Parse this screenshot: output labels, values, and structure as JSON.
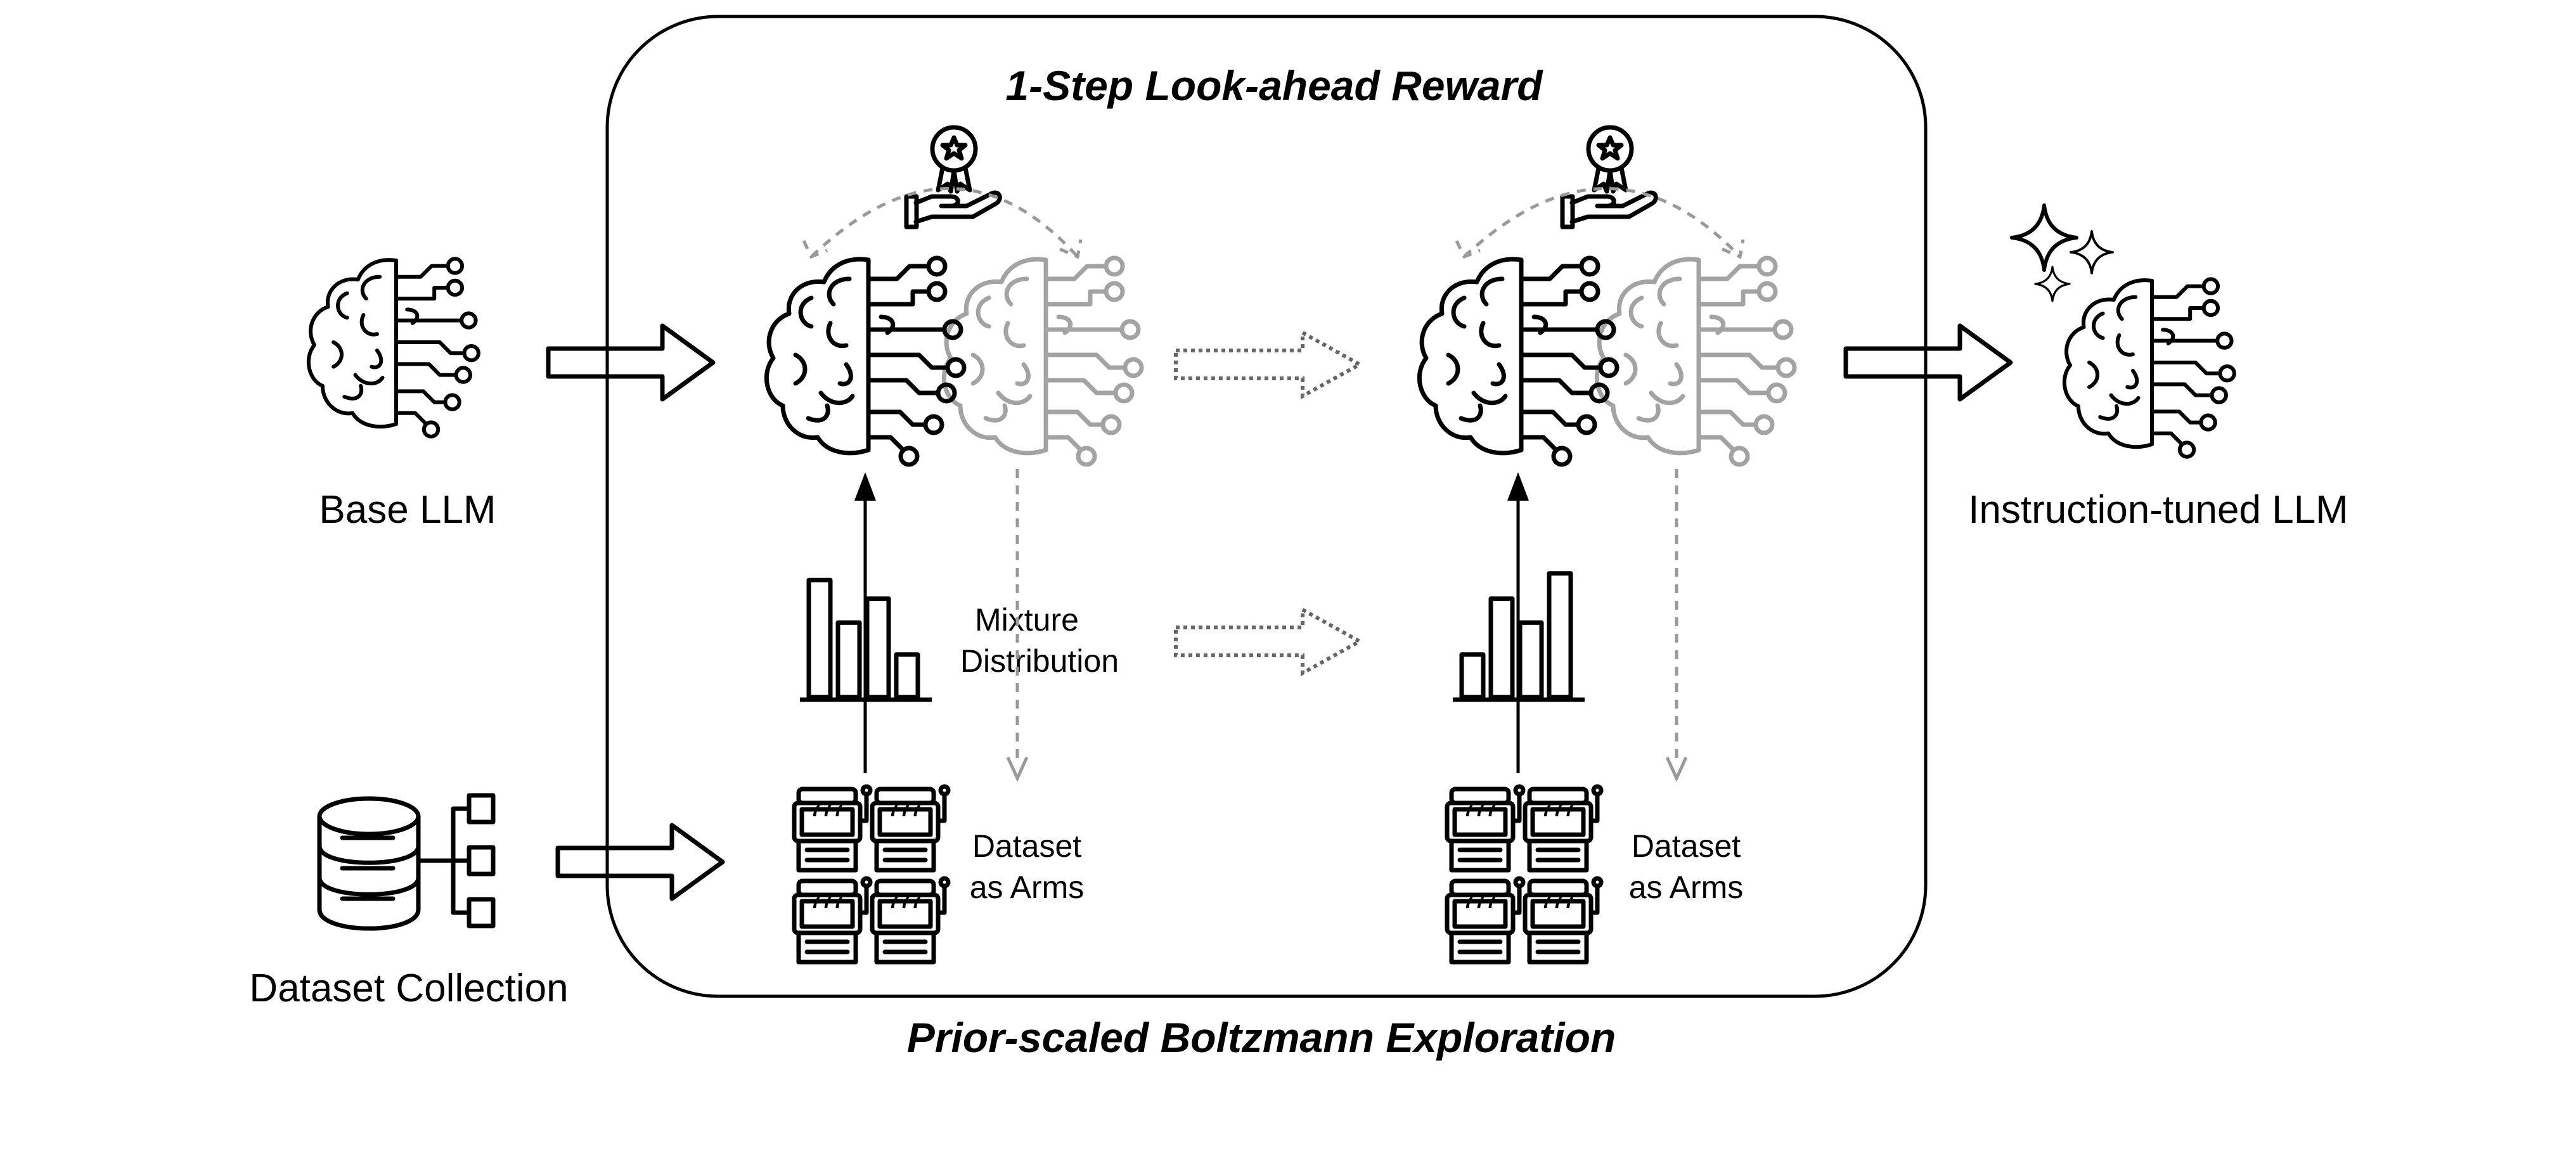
{
  "labels": {
    "top_title": "1-Step Look-ahead Reward",
    "bottom_title": "Prior-scaled Boltzmann Exploration",
    "base_llm": "Base LLM",
    "dataset_collection": "Dataset Collection",
    "instruction_tuned": "Instruction-tuned LLM",
    "mixture_line1": "Mixture",
    "mixture_line2": "Distribution",
    "arms_line1": "Dataset",
    "arms_line2": "as Arms",
    "slot_reels": "777"
  },
  "icons": [
    "brain-icon",
    "database-tree-icon",
    "reward-hand-icon",
    "slot-machine-icon",
    "bar-chart-icon",
    "sparkle-icon",
    "arrow-outline-icon"
  ],
  "distributions": {
    "step1": [
      0.88,
      0.56,
      0.74,
      0.32
    ],
    "step2": [
      0.32,
      0.74,
      0.56,
      0.93
    ]
  },
  "colors": {
    "active": "#000000",
    "faded": "#a3a3a3",
    "dashed_arrow": "#999999"
  }
}
